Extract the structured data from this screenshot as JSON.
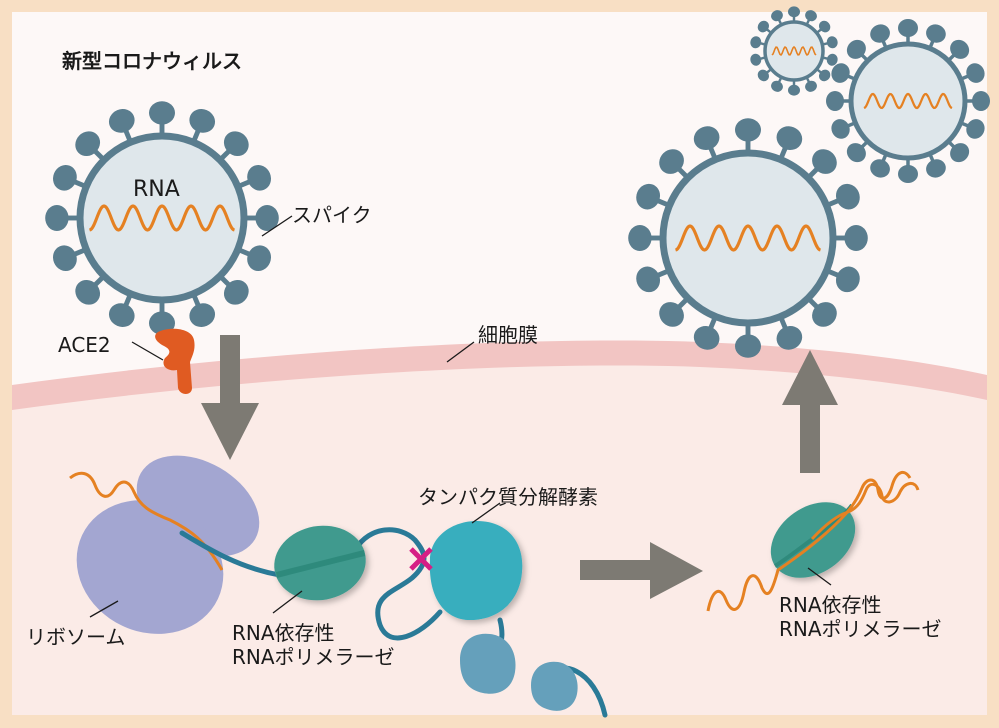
{
  "diagram": {
    "title": "新型コロナウィルスの増殖過程",
    "labels": {
      "virus": "新型コロナウィルス",
      "rna": "RNA",
      "spike": "スパイク",
      "ace2": "ACE2",
      "cell_membrane": "細胞膜",
      "ribosome": "リボソーム",
      "rdrp_line1": "RNA依存性",
      "rdrp_line2": "RNAポリメラーゼ",
      "protease": "タンパク質分解酵素",
      "rdrp2_line1": "RNA依存性",
      "rdrp2_line2": "RNAポリメラーゼ"
    },
    "colors": {
      "frame": "#f8dfc4",
      "outside_bg": "#fdf8f7",
      "membrane": "#f2c5c3",
      "cytoplasm": "#fbebe7",
      "virus_shell": "#5a7d8e",
      "virus_fill": "#dfe7eb",
      "rna_strand": "#e58122",
      "ace2": "#e05b22",
      "arrow": "#7d7a73",
      "ribosome": "#a3a6d1",
      "polymerase": "#3f9a8e",
      "protease": "#37aebe",
      "protein_chain": "#2a7a97",
      "cleavage_mark": "#d61f85",
      "small_protein": "#65a0bb"
    },
    "steps": [
      {
        "id": "entry",
        "description": "virus binds ACE2 and enters cell"
      },
      {
        "id": "translation",
        "description": "ribosome translates RNA into polyprotein"
      },
      {
        "id": "replication",
        "description": "RNA-dependent RNA polymerase copies RNA"
      },
      {
        "id": "release",
        "description": "new viruses exit cell"
      }
    ]
  }
}
